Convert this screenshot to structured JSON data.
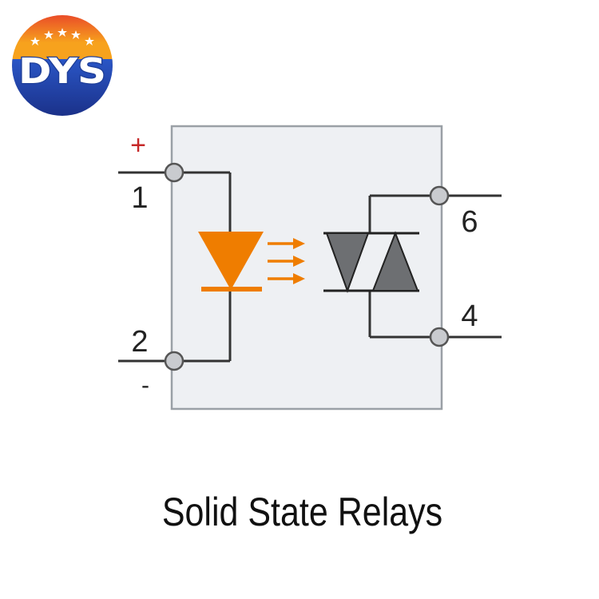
{
  "logo": {
    "text": "DYS",
    "stars": 5
  },
  "diagram": {
    "pins": {
      "plus": "+",
      "pin1": "1",
      "pin2": "2",
      "minus": "-",
      "pin6": "6",
      "pin4": "4"
    }
  },
  "caption": "Solid State Relays",
  "colors": {
    "led": "#ef7d00",
    "package_fill": "#eef0f3",
    "package_border": "#9aa0a6",
    "wire": "#333333",
    "triac": "#6d6f72",
    "plus": "#c62828",
    "logo_blue": "#1f3f99",
    "logo_orange": "#f28a1a"
  }
}
